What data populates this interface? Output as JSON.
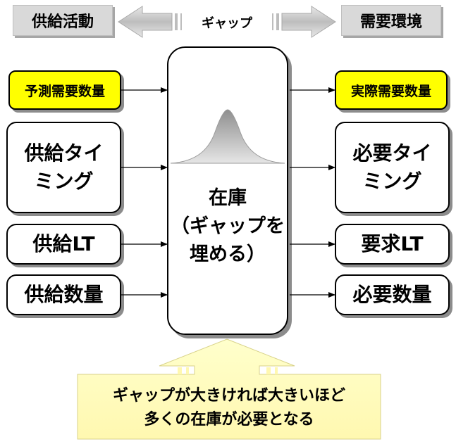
{
  "header": {
    "left": "供給活動",
    "right": "需要環境",
    "gap": "ギャップ"
  },
  "supply": {
    "forecast_qty": "予測需要数量",
    "timing": "供給タイ\nミング",
    "lt": "供給LT",
    "qty": "供給数量"
  },
  "demand": {
    "actual_qty": "実際需要数量",
    "timing": "必要タイ\nミング",
    "lt": "要求LT",
    "qty": "必要数量"
  },
  "center": {
    "text": "在庫\n（ギャップを\n埋める）"
  },
  "message": "ギャップが大きければ大きいほど\n多くの在庫が必要となる",
  "colors": {
    "highlight": "#ffff00",
    "header_bg": "#d9d9d9",
    "message_bg": "#ffffcc",
    "arrow_gray": "#c8c8c8"
  }
}
